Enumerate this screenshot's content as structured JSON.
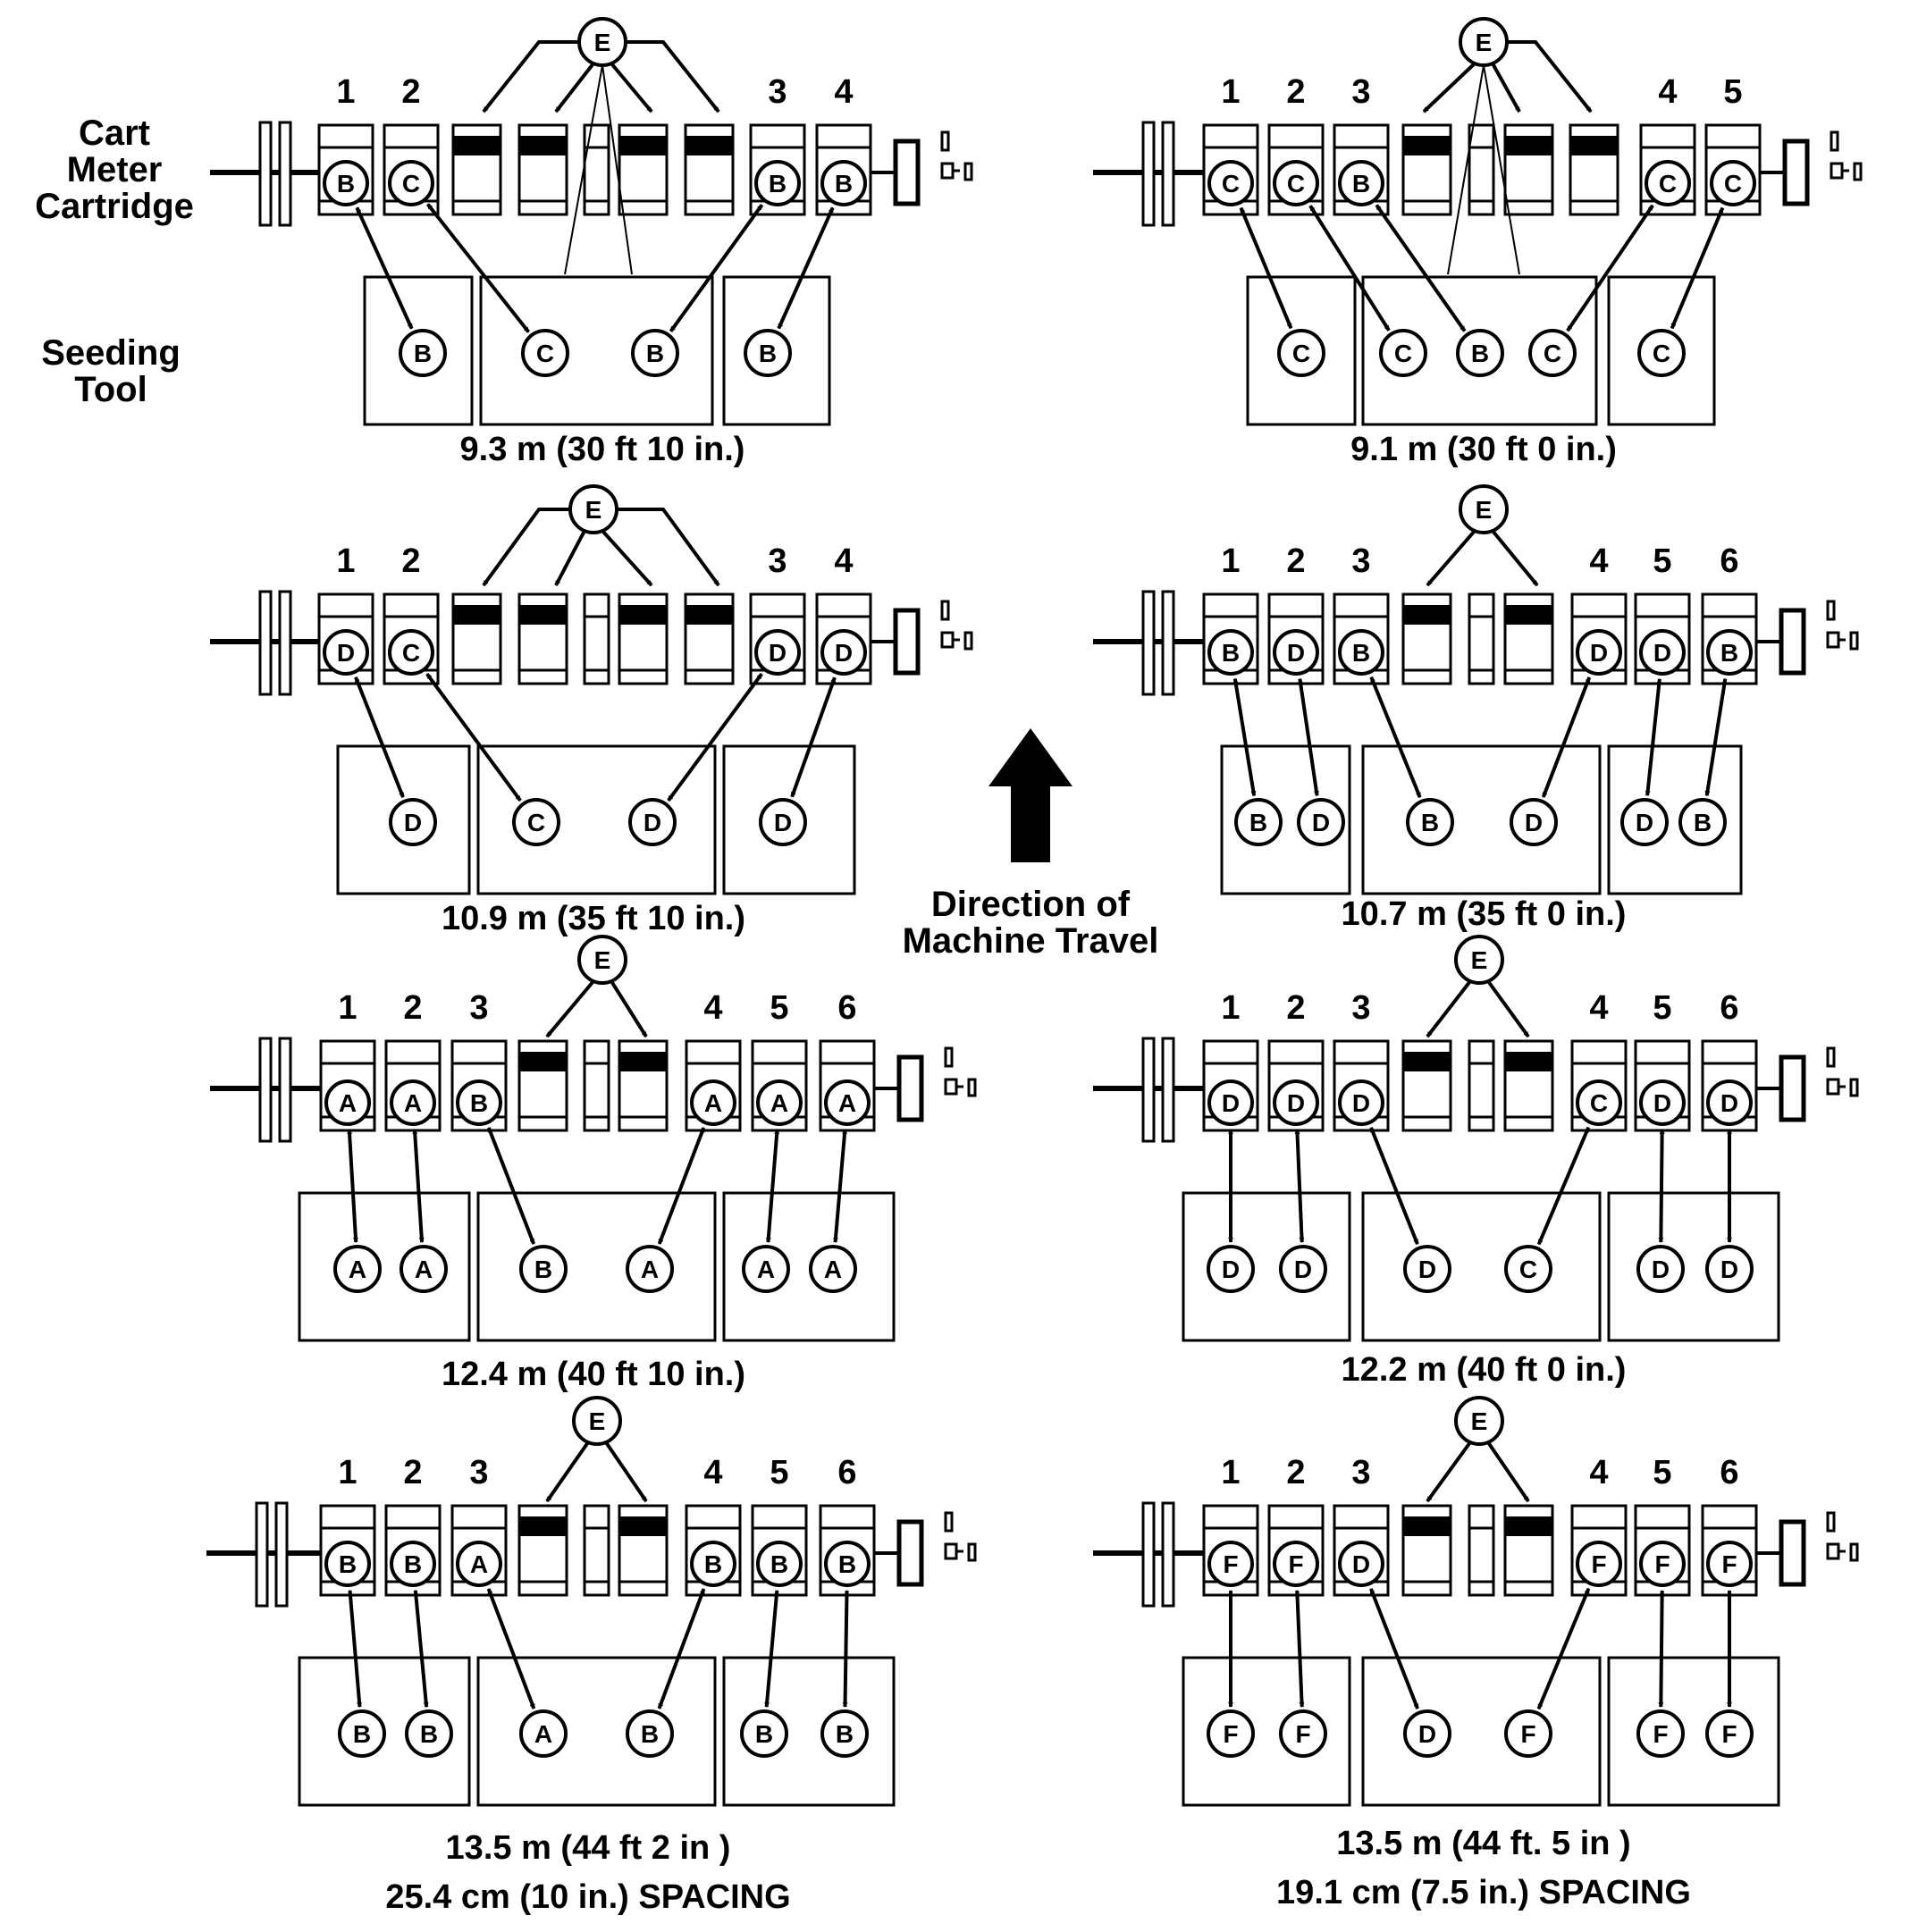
{
  "labels": {
    "cart_line1": "Cart",
    "cart_line2": "Meter",
    "cart_line3": "Cartridge",
    "seeding_line1": "Seeding",
    "seeding_line2": "Tool",
    "direction_line1": "Direction of",
    "direction_line2": "Machine Travel"
  },
  "configs": [
    {
      "caption": "9.3 m (30 ft 10 in.)",
      "caption2": "",
      "unit_labels": [
        "1",
        "2",
        "3",
        "4"
      ],
      "cart_letters": [
        "B",
        "C",
        "B",
        "B"
      ],
      "tool_letters": [
        "B",
        "C",
        "B",
        "B"
      ]
    },
    {
      "caption": "9.1 m (30 ft 0 in.)",
      "caption2": "",
      "unit_labels": [
        "1",
        "2",
        "3",
        "4",
        "5"
      ],
      "cart_letters": [
        "C",
        "C",
        "B",
        "C",
        "C"
      ],
      "tool_letters": [
        "C",
        "C",
        "B",
        "C",
        "C"
      ]
    },
    {
      "caption": "10.9 m (35 ft 10 in.)",
      "caption2": "",
      "unit_labels": [
        "1",
        "2",
        "3",
        "4"
      ],
      "cart_letters": [
        "D",
        "C",
        "D",
        "D"
      ],
      "tool_letters": [
        "D",
        "C",
        "D",
        "D"
      ]
    },
    {
      "caption": "10.7 m (35 ft 0 in.)",
      "caption2": "",
      "unit_labels": [
        "1",
        "2",
        "3",
        "4",
        "5",
        "6"
      ],
      "cart_letters": [
        "B",
        "D",
        "B",
        "D",
        "D",
        "B"
      ],
      "tool_letters": [
        "B",
        "D",
        "B",
        "D",
        "D",
        "B"
      ]
    },
    {
      "caption": "12.4 m (40 ft 10 in.)",
      "caption2": "",
      "unit_labels": [
        "1",
        "2",
        "3",
        "4",
        "5",
        "6"
      ],
      "cart_letters": [
        "A",
        "A",
        "B",
        "A",
        "A",
        "A"
      ],
      "tool_letters": [
        "A",
        "A",
        "B",
        "A",
        "A",
        "A"
      ]
    },
    {
      "caption": "12.2 m (40 ft 0 in.)",
      "caption2": "",
      "unit_labels": [
        "1",
        "2",
        "3",
        "4",
        "5",
        "6"
      ],
      "cart_letters": [
        "D",
        "D",
        "D",
        "C",
        "D",
        "D"
      ],
      "tool_letters": [
        "D",
        "D",
        "D",
        "C",
        "D",
        "D"
      ]
    },
    {
      "caption": "13.5 m (44 ft 2 in )",
      "caption2": "25.4 cm (10 in.) SPACING",
      "unit_labels": [
        "1",
        "2",
        "3",
        "4",
        "5",
        "6"
      ],
      "cart_letters": [
        "B",
        "B",
        "A",
        "B",
        "B",
        "B"
      ],
      "tool_letters": [
        "B",
        "B",
        "A",
        "B",
        "B",
        "B"
      ]
    },
    {
      "caption": "13.5 m (44 ft. 5 in )",
      "caption2": "19.1 cm (7.5 in.) SPACING",
      "unit_labels": [
        "1",
        "2",
        "3",
        "4",
        "5",
        "6"
      ],
      "cart_letters": [
        "F",
        "F",
        "D",
        "F",
        "F",
        "F"
      ],
      "tool_letters": [
        "F",
        "F",
        "D",
        "F",
        "F",
        "F"
      ]
    }
  ],
  "e_label": "E"
}
